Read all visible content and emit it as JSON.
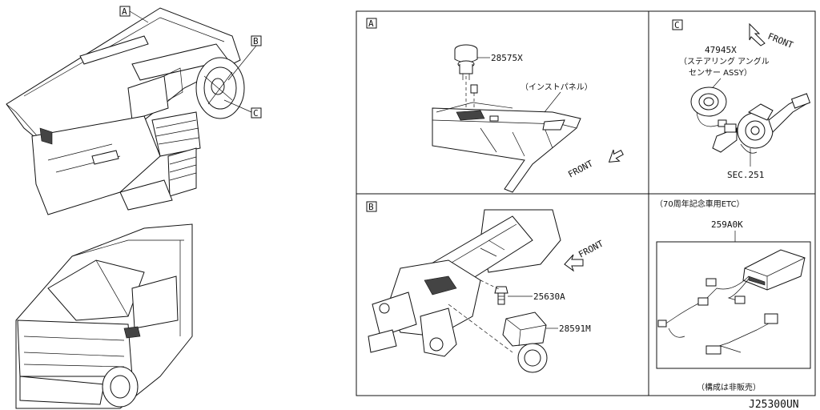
{
  "diagram_code": "J25300UN",
  "section_letters": {
    "a": "A",
    "b": "B",
    "c": "C"
  },
  "panel_a": {
    "part_number": "28575X",
    "note": "（インストパネル）",
    "front_label": "FRONT"
  },
  "panel_b": {
    "part_1": "25630A",
    "part_2": "28591M",
    "front_label": "FRONT"
  },
  "panel_c": {
    "part_number": "47945X",
    "desc_line1": "（ステアリング アングル",
    "desc_line2": "センサー ASSY）",
    "sec_ref": "SEC.251",
    "front_label": "FRONT"
  },
  "panel_d": {
    "header": "（70周年記念車用ETC）",
    "part_number": "259A0K",
    "footnote": "（構成は非販売）"
  }
}
